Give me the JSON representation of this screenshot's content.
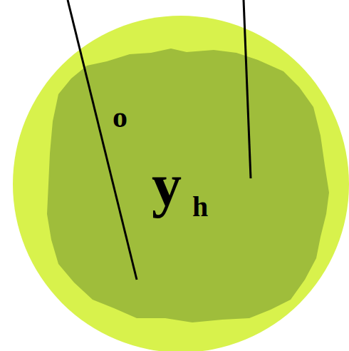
{
  "diagram": {
    "labels": [
      "o",
      "y",
      "h"
    ]
  }
}
